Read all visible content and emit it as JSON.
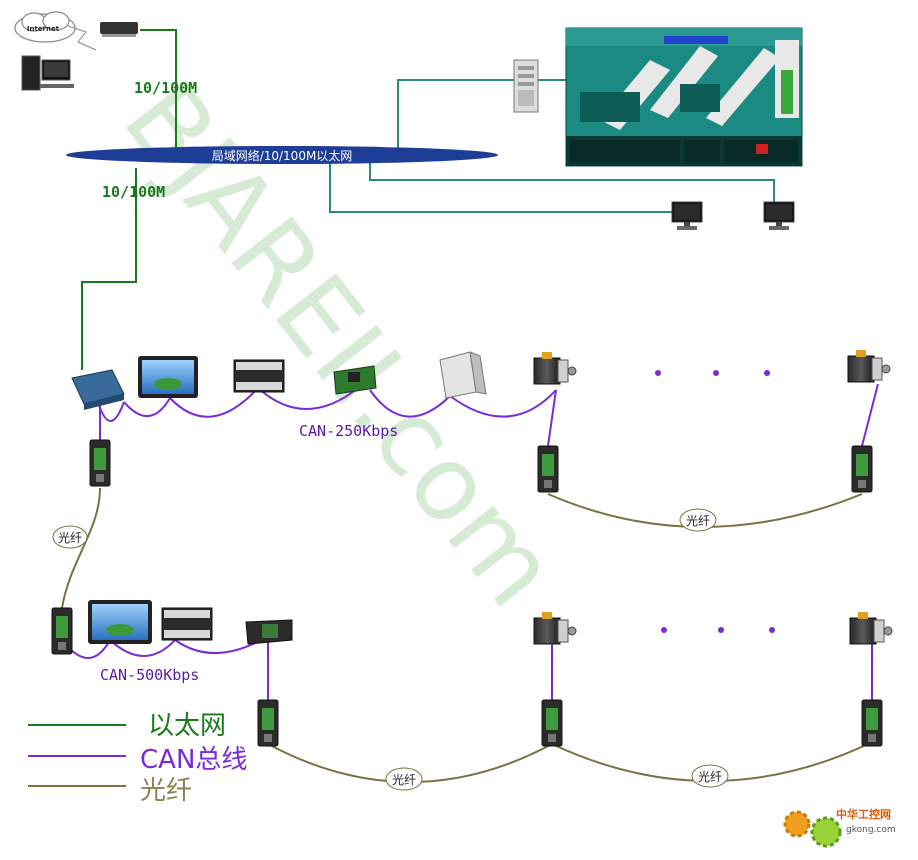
{
  "watermark": "BJAREII.com",
  "lan_label": "局域网络/10/100M以太网",
  "internet_label": "Internet",
  "link_speed_top": "10/100M",
  "link_speed_bottom": "10/100M",
  "can_bus_1": "CAN-250Kbps",
  "can_bus_2": "CAN-500Kbps",
  "fiber_labels": [
    "光纤",
    "光纤",
    "光纤",
    "光纤"
  ],
  "legend": {
    "ethernet": "以太网",
    "can": "CAN总线",
    "fiber": "光纤"
  },
  "site_logo": {
    "text": "中华工控网",
    "url": "gkong.com"
  },
  "colors": {
    "ethernet": "#1a7a1a",
    "lan_link": "#2a8a80",
    "can": "#7a2bd6",
    "fiber": "#7a7240",
    "lan_oval": "#1e3d96",
    "scada_bg": "#1a8a82",
    "watermark": "#c8e3c8",
    "legend_ethernet_text": "#1a7a1a",
    "legend_can_text": "#7a2bd6",
    "legend_fiber_text": "#8a8450"
  }
}
